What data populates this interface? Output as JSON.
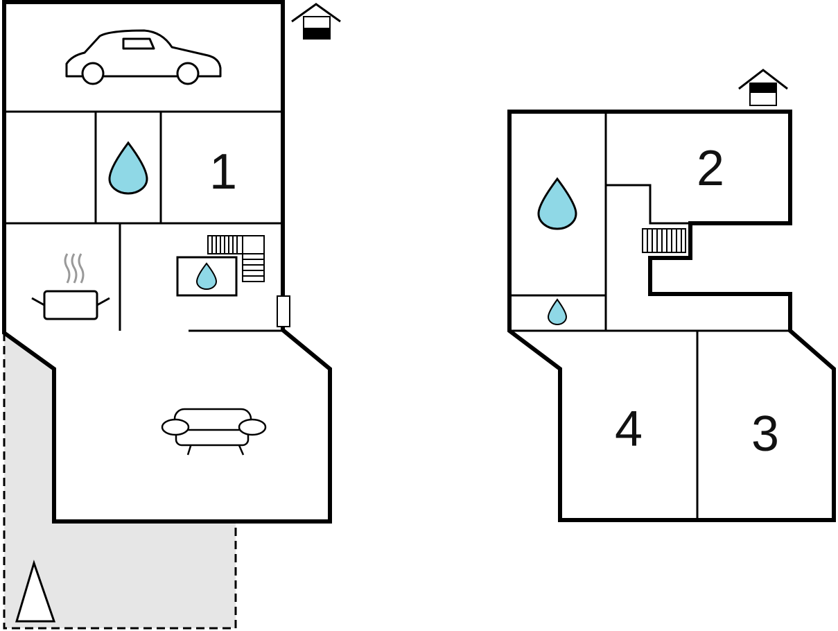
{
  "colors": {
    "water": "#8fd8e6",
    "terrace": "#e6e6e6",
    "wall": "#000000",
    "steam": "#999999"
  },
  "ground_floor": {
    "room_label": "1",
    "icons": [
      "entrance-icon",
      "car-icon",
      "water-drop-icon",
      "cooking-pot-icon",
      "stairs-icon",
      "sofa-icon",
      "north-arrow-icon"
    ]
  },
  "upper_floor": {
    "room_labels": [
      "2",
      "3",
      "4"
    ],
    "icons": [
      "entrance-icon",
      "water-drop-icon",
      "stairs-icon"
    ]
  }
}
